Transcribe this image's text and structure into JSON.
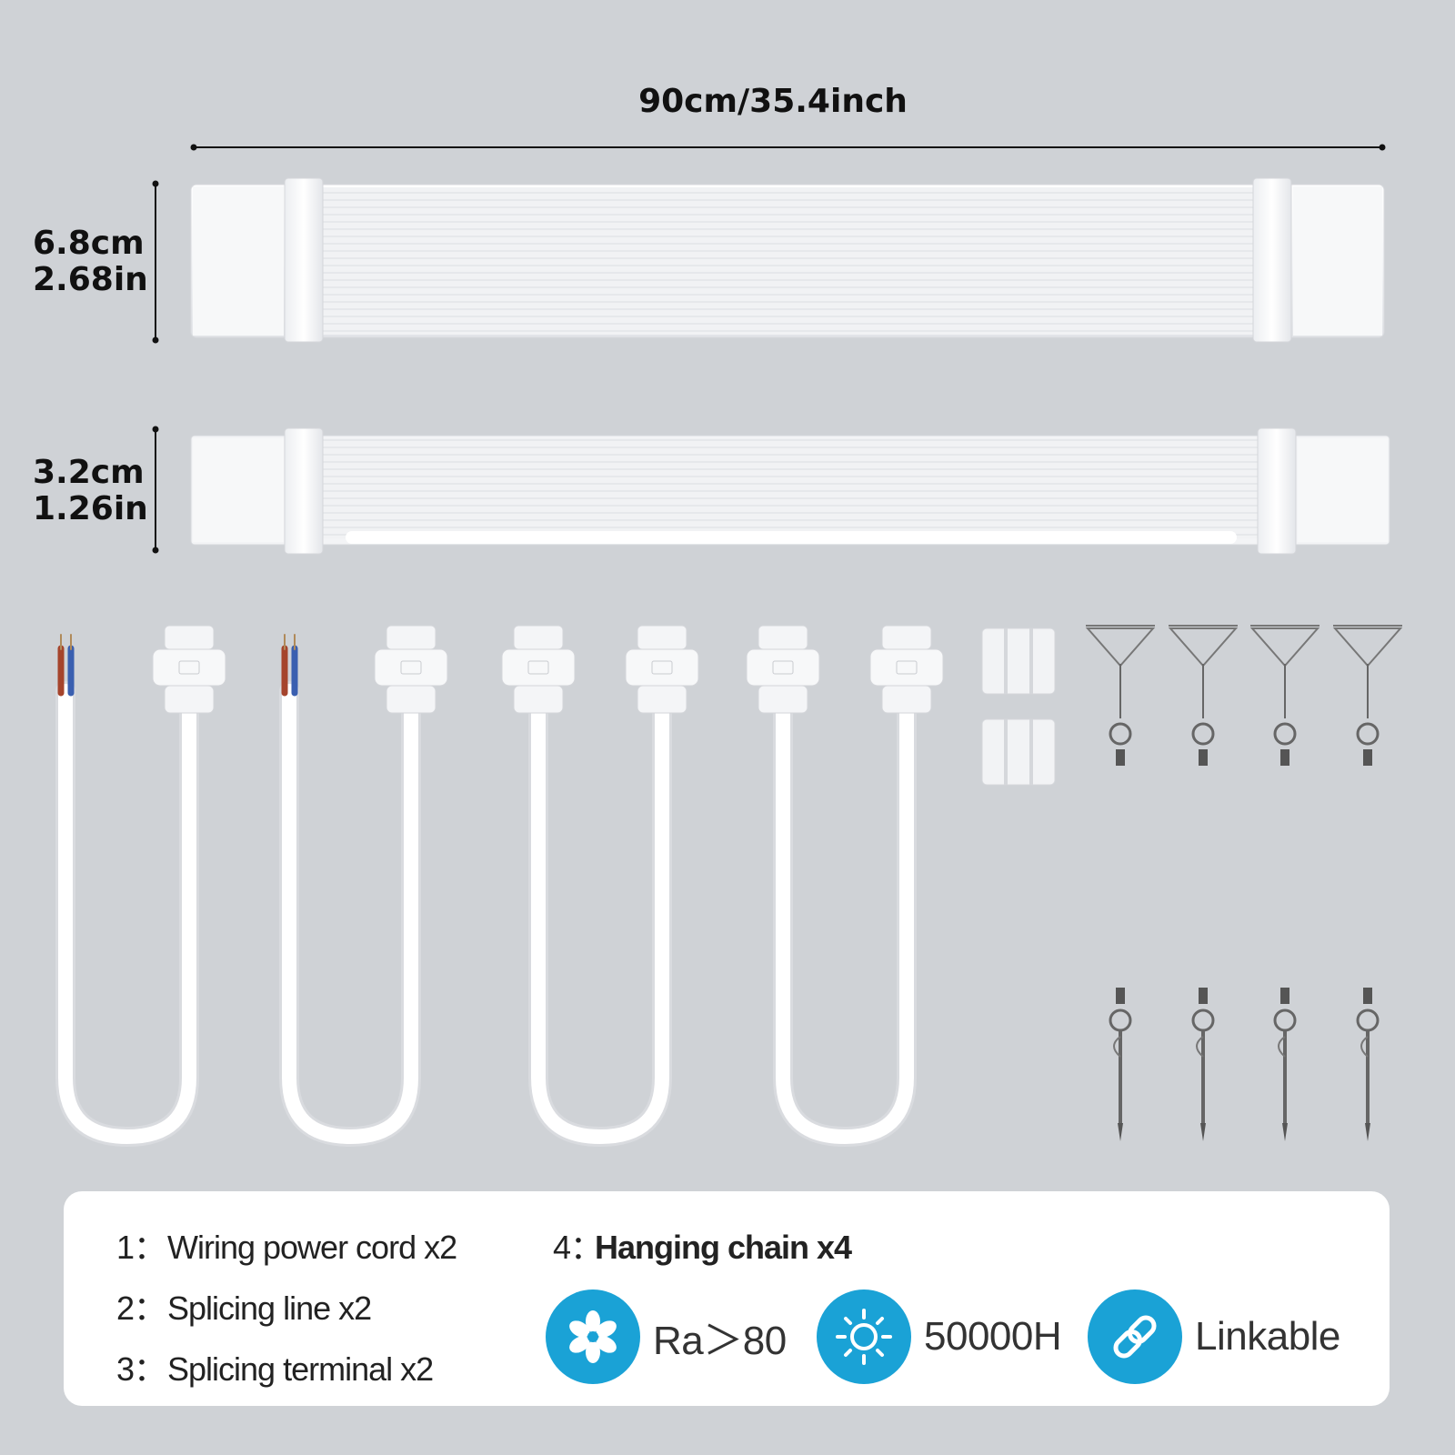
{
  "dimensions": {
    "length": "90cm/35.4inch",
    "height_front": [
      "6.8cm",
      "2.68in"
    ],
    "height_side": [
      "3.2cm",
      "1.26in"
    ]
  },
  "contents": {
    "items": [
      {
        "num": "1：",
        "label": "Wiring power cord x2"
      },
      {
        "num": "2：",
        "label": "Splicing line x2"
      },
      {
        "num": "3：",
        "label": "Splicing terminal x2"
      },
      {
        "num": "4：",
        "label": "Hanging chain x4"
      }
    ]
  },
  "features": [
    {
      "icon": "flower-icon",
      "label": "Ra＞80"
    },
    {
      "icon": "sun-icon",
      "label": "50000H"
    },
    {
      "icon": "link-icon",
      "label": "Linkable"
    }
  ],
  "colors": {
    "background": "#cfd2d6",
    "accent": "#1aa2d6",
    "panel": "#ffffff"
  }
}
